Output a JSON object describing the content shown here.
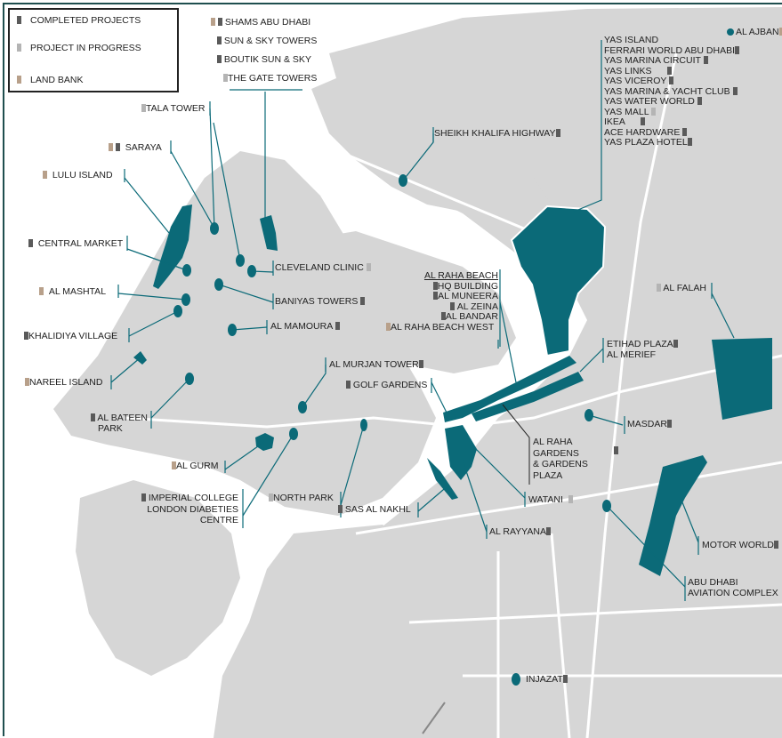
{
  "colors": {
    "background": "#ffffff",
    "land": "#d6d6d6",
    "land_dark": "#c8c8c8",
    "project_fill": "#0b6a78",
    "completed": "#5a5a5a",
    "in_progress": "#b4b4b4",
    "land_bank": "#b8a08a",
    "frame": "#1f4f4f"
  },
  "legend": {
    "items": [
      {
        "label": "COMPLETED PROJECTS",
        "status": "completed"
      },
      {
        "label": "PROJECT IN PROGRESS",
        "status": "progress"
      },
      {
        "label": "LAND BANK",
        "status": "land"
      }
    ]
  },
  "top_list": {
    "items": [
      {
        "label": "SHAMS ABU DHABI",
        "markers": [
          "land",
          "completed"
        ]
      },
      {
        "label": "SUN & SKY TOWERS",
        "markers": [
          "completed"
        ]
      },
      {
        "label": "BOUTIK SUN & SKY",
        "markers": [
          "completed"
        ]
      },
      {
        "label": "THE GATE TOWERS",
        "markers": [
          "progress"
        ]
      }
    ]
  },
  "yas_list": {
    "items": [
      {
        "label": "YAS ISLAND",
        "markers": []
      },
      {
        "label": "FERRARI WORLD ABU DHABI",
        "markers": [
          "completed"
        ]
      },
      {
        "label": "YAS MARINA CIRCUIT",
        "markers": [
          "completed"
        ]
      },
      {
        "label": "YAS LINKS",
        "markers": [
          "completed"
        ]
      },
      {
        "label": "YAS VICEROY",
        "markers": [
          "completed"
        ]
      },
      {
        "label": "YAS MARINA & YACHT CLUB",
        "markers": [
          "completed"
        ]
      },
      {
        "label": "YAS WATER WORLD",
        "markers": [
          "completed"
        ]
      },
      {
        "label": "YAS MALL",
        "markers": [
          "progress"
        ]
      },
      {
        "label": "IKEA",
        "markers": [
          "completed"
        ]
      },
      {
        "label": "ACE HARDWARE",
        "markers": [
          "completed"
        ]
      },
      {
        "label": "YAS PLAZA HOTEL",
        "markers": [
          "completed"
        ]
      }
    ]
  },
  "raha_list": {
    "items": [
      {
        "label": "AL RAHA BEACH",
        "markers": []
      },
      {
        "label": "HQ BUILDING",
        "markers": [
          "completed"
        ]
      },
      {
        "label": "AL MUNEERA",
        "markers": [
          "completed"
        ]
      },
      {
        "label": "AL ZEINA",
        "markers": [
          "completed"
        ]
      },
      {
        "label": "AL BANDAR",
        "markers": [
          "completed"
        ]
      }
    ]
  },
  "labels": {
    "al_ajban": "AL AJBAN",
    "tala_tower": "TALA TOWER",
    "saraya": "SARAYA",
    "lulu_island": "LULU ISLAND",
    "sheikh_khalifa": "SHEIKH KHALIFA HIGHWAY",
    "central_market": "CENTRAL MARKET",
    "cleveland_clinic": "CLEVELAND CLINIC",
    "al_mashtal": "AL MASHTAL",
    "baniyas_towers": "BANIYAS TOWERS",
    "al_falah": "AL FALAH",
    "khalidiya_village": "KHALIDIYA VILLAGE",
    "al_mamoura": "AL MAMOURA",
    "al_raha_beach_west": "AL RAHA BEACH WEST",
    "etihad_plaza": "ETIHAD PLAZA",
    "al_merief": "AL MERIEF",
    "al_murjan_tower": "AL MURJAN TOWER",
    "nareel_island": "NAREEL ISLAND",
    "golf_gardens": "GOLF GARDENS",
    "al_bateen_1": "AL BATEEN",
    "al_bateen_2": "PARK",
    "masdar": "MASDAR",
    "raha_gardens_1": "AL RAHA",
    "raha_gardens_2": "GARDENS",
    "raha_gardens_3": "& GARDENS",
    "raha_gardens_4": "PLAZA",
    "al_gurm": "AL GURM",
    "imperial_1": "IMPERIAL COLLEGE",
    "imperial_2": "LONDON DIABETIES",
    "imperial_3": "CENTRE",
    "north_park": "NORTH PARK",
    "sas_al_nakhl": "SAS AL NAKHL",
    "watani": "WATANI",
    "al_rayyana": "AL RAYYANA",
    "motor_world": "MOTOR WORLD",
    "aviation_1": "ABU DHABI",
    "aviation_2": "AVIATION COMPLEX",
    "injazat": "INJAZAT"
  }
}
